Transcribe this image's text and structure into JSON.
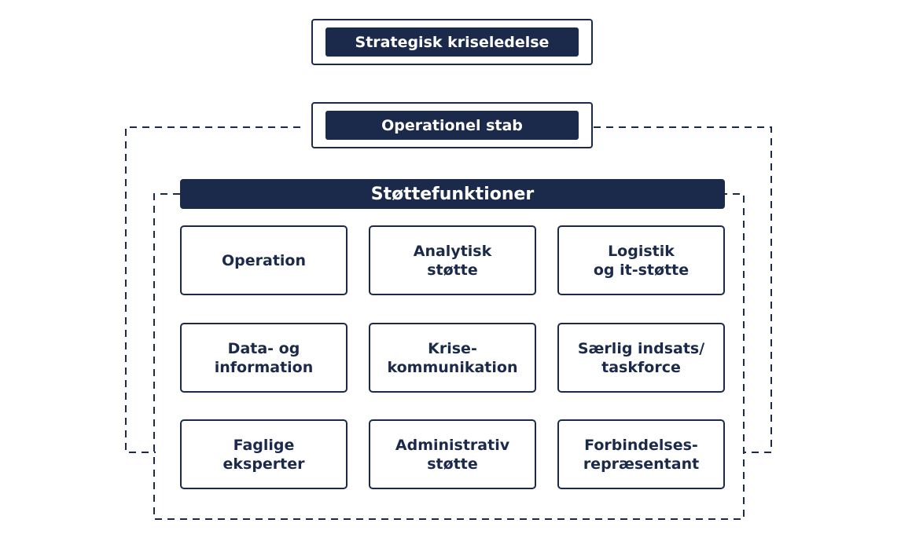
{
  "top": {
    "title": "Strategisk kriseledelse"
  },
  "staff": {
    "title": "Operationel stab"
  },
  "support": {
    "title": "Støttefunktioner",
    "items": [
      "Operation",
      "Analytisk\nstøtte",
      "Logistik\nog it-støtte",
      "Data- og\ninformation",
      "Krise-\nkommunikation",
      "Særlig indsats/\ntaskforce",
      "Faglige\neksperter",
      "Administrativ\nstøtte",
      "Forbindelses-\nrepræsentant"
    ]
  },
  "colors": {
    "navy": "#1b2a4a",
    "background": "#ffffff"
  }
}
